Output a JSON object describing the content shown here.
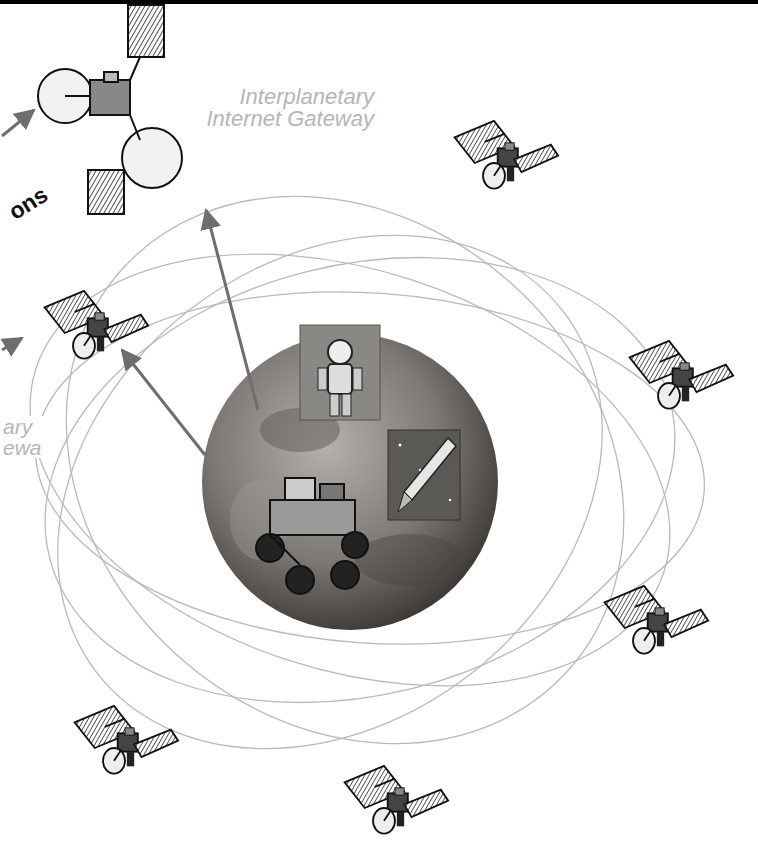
{
  "diagram": {
    "nodes": [
      {
        "text": [
          "Interplanetary Internet Gateway"
        ]
      }
    ],
    "labels": [
      "ons",
      "ary ewa"
    ]
  }
}
